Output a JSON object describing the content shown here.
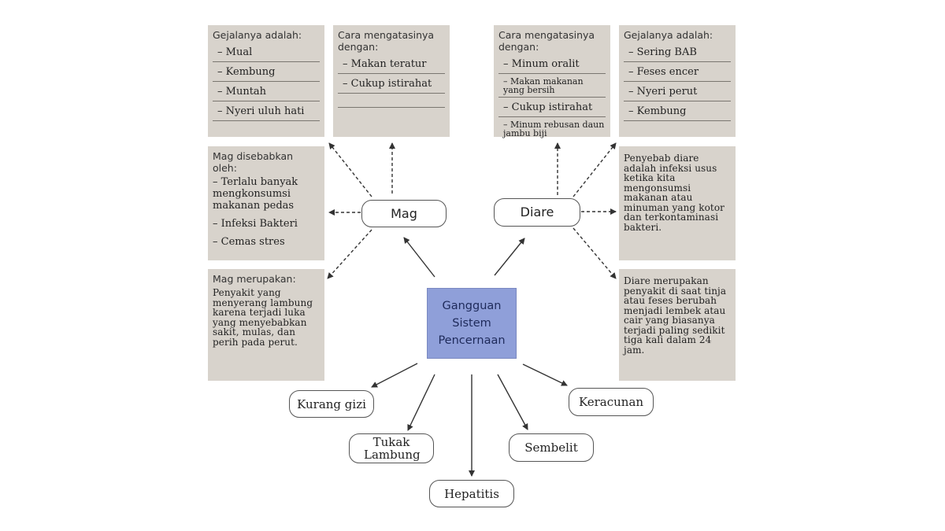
{
  "center": {
    "title": "Gangguan Sistem Pencernaan"
  },
  "mag": {
    "label": "Mag",
    "gejala": {
      "header": "Gejalanya adalah:",
      "items": [
        "– Mual",
        "– Kembung",
        "– Muntah",
        "– Nyeri uluh hati"
      ]
    },
    "cara": {
      "header": "Cara mengatasinya dengan:",
      "items": [
        "– Makan teratur",
        "– Cukup istirahat",
        ""
      ]
    },
    "sebab": {
      "header": "Mag disebabkan oleh:",
      "items": [
        "– Terlalu banyak mengkonsumsi makanan pedas",
        "– Infeksi Bakteri",
        "– Cemas stres"
      ]
    },
    "definisi": {
      "header": "Mag merupakan:",
      "text": "Penyakit yang menyerang lambung karena terjadi luka yang menyebabkan sakit, mulas, dan perih pada perut."
    }
  },
  "diare": {
    "label": "Diare",
    "cara": {
      "header": "Cara mengatasinya dengan:",
      "items": [
        "– Minum oralit",
        "– Makan makanan yang bersih",
        "– Cukup istirahat",
        "– Minum rebusan daun jambu biji"
      ]
    },
    "gejala": {
      "header": "Gejalanya adalah:",
      "items": [
        "– Sering BAB",
        "– Feses encer",
        "– Nyeri perut",
        "– Kembung"
      ]
    },
    "sebab": {
      "text": "Penyebab diare adalah infeksi usus ketika kita mengonsumsi makanan atau minuman yang kotor dan terkontaminasi bakteri."
    },
    "definisi": {
      "text": "Diare merupakan penyakit di saat tinja atau feses berubah menjadi lembek atau cair yang biasanya terjadi paling sedikit tiga kali dalam 24 jam."
    }
  },
  "others": {
    "kurang_gizi": "Kurang gizi",
    "tukak_lambung": "Tukak Lambung",
    "hepatitis": "Hepatitis",
    "sembelit": "Sembelit",
    "keracunan": "Keracunan"
  },
  "colors": {
    "box_bg": "#d8d3cc",
    "center_bg": "#8f9fd9",
    "line": "#333333"
  }
}
